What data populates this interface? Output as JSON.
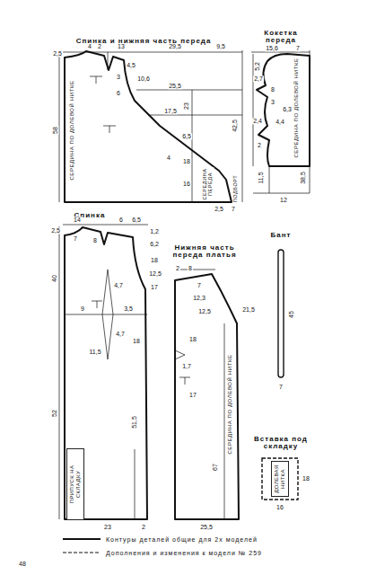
{
  "diagram": {
    "nodes": [
      {
        "text": [
          "ПРИПУСК НА СКЛАДКУ"
        ]
      },
      {
        "text": [
          "ДОЛЕВАЯ НИТКА"
        ]
      }
    ],
    "labels": [
      "Спинка и нижняя часть переда",
      "Кокетка переда",
      "2,5",
      "4",
      "2",
      "13",
      "29,5",
      "9,5",
      "4,5",
      "3",
      "10,6",
      "6",
      "25,5",
      "23",
      "17,5",
      "6,5",
      "4",
      "18",
      "16",
      "СЕРЕДИНА ПО ДОЛЕВОЙ НИТКЕ",
      "58",
      "42,5",
      "СЕРЕДИНА ПЕРЕДА",
      "ПОДБОРТ",
      "2,5",
      "7",
      "15,6",
      "7",
      "5,2",
      "2,7",
      "8",
      "3",
      "4,4",
      "6,3",
      "2,4",
      "2",
      "11,5",
      "СЕРЕДИНА ПО ДОЛЕВОЙ НИТКЕ",
      "38,5",
      "12",
      "Спинка",
      "2,5",
      "14",
      "6",
      "6,5",
      "7",
      "8",
      "1,2",
      "6,2",
      "18",
      "12,5",
      "17",
      "40",
      "4,7",
      "9",
      "3,5",
      "4,7",
      "11,5",
      "18",
      "52",
      "51,5",
      "23",
      "2",
      "Нижняя часть переда платья",
      "2",
      "8",
      "7",
      "12,3",
      "12,5",
      "21,5",
      "1,7",
      "18",
      "17",
      "СЕРЕДИНА ПО ДОЛЕВОЙ НИТКЕ",
      "67",
      "25,5",
      "Бант",
      "45",
      "7",
      "Вставка под складку",
      "16",
      "18",
      "48"
    ],
    "legend": [
      {
        "text": "Контуры деталей общие для 2х моделей"
      },
      {
        "text": "Дополнения и изменения к модели № 259"
      }
    ]
  }
}
